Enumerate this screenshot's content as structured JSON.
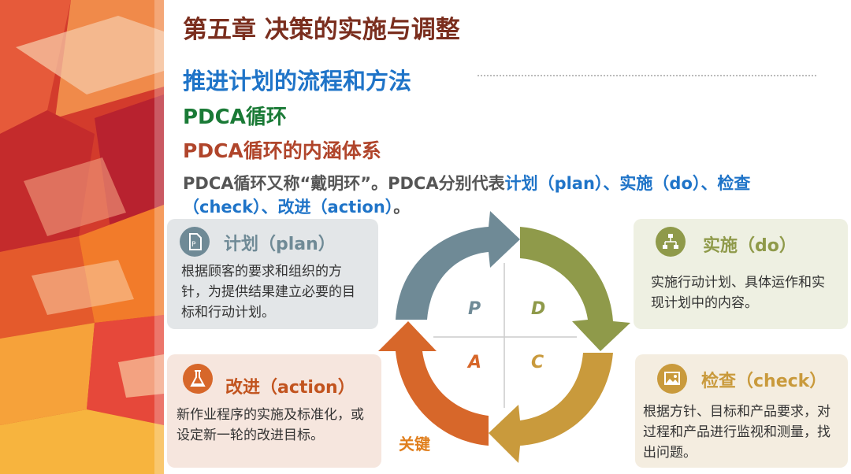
{
  "slide": {
    "title": "第五章 决策的实施与调整",
    "subtitle": "推进计划的流程和方法",
    "pdca_heading": "PDCA循环",
    "pdca_subheading": "PDCA循环的内涵体系",
    "intro_plain_1": "PDCA循环又称“戴明环”。PDCA分别代表",
    "intro_blue_1": "计划（plan）、实施（do）、检查（check）、改进（action）",
    "intro_plain_2": "。"
  },
  "cards": {
    "plan": {
      "icon": "document-icon",
      "title": "计划（plan）",
      "body": "根据顾客的要求和组织的方针，为提供结果建立必要的目标和行动计划。"
    },
    "do": {
      "icon": "org-chart-icon",
      "title": "实施（do）",
      "body": "实施行动计划、具体运作和实现计划中的内容。"
    },
    "action": {
      "icon": "flask-icon",
      "title": "改进（action）",
      "body": "新作业程序的实施及标准化，或设定新一轮的改进目标。"
    },
    "check": {
      "icon": "image-icon",
      "title": "检查（check）",
      "body": "根据方针、目标和产品要求，对过程和产品进行监视和测量，找出问题。"
    }
  },
  "cycle": {
    "p": "P",
    "d": "D",
    "c": "C",
    "a": "A",
    "keyword": "关键"
  },
  "colors": {
    "title": "#7a2e1e",
    "blue": "#1f74c8",
    "green": "#1a7a36",
    "rust": "#b0452b",
    "plan_arrow": "#6f8a96",
    "do_arrow": "#8f9a4a",
    "check_arrow": "#c99a3c",
    "action_arrow": "#d7672a"
  }
}
